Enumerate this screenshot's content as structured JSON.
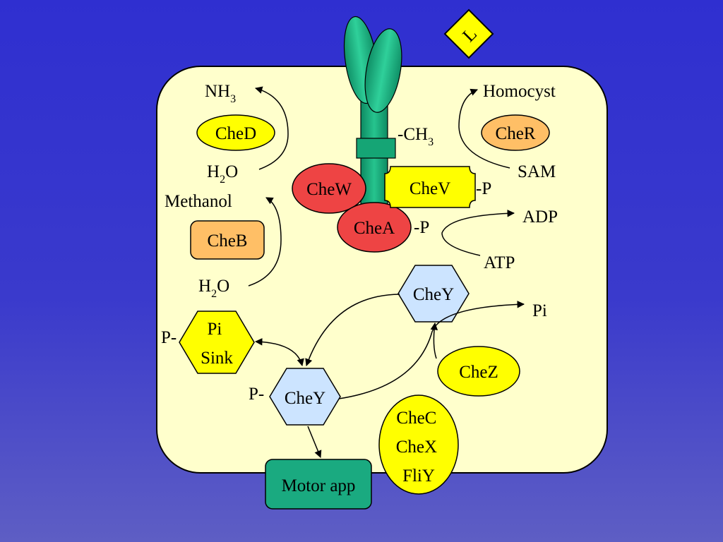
{
  "ligand": {
    "label": "L"
  },
  "receptor": {
    "methyl_label": "-CH",
    "methyl_sub": "3"
  },
  "proteins": {
    "ched": "CheD",
    "cher": "CheR",
    "cheb": "CheB",
    "chew": "CheW",
    "chev": "CheV",
    "chea": "CheA",
    "chey_top": "CheY",
    "chey_bottom": "CheY",
    "chez": "CheZ",
    "checxy": [
      "CheC",
      "CheX",
      "FliY"
    ],
    "pi_sink": [
      "Pi",
      "Sink"
    ],
    "motor": "Motor app"
  },
  "labels": {
    "nh3": "NH",
    "nh3_sub": "3",
    "h2o_top": "H",
    "h2o_top_sub": "2",
    "h2o_top_tail": "O",
    "methanol": "Methanol",
    "h2o_bottom": "H",
    "h2o_bottom_sub": "2",
    "h2o_bottom_tail": "O",
    "homocyst": "Homocyst",
    "sam": "SAM",
    "chev_p": "-P",
    "adp": "ADP",
    "chea_p": "-P",
    "atp": "ATP",
    "pi": "Pi",
    "sink_p": "P-",
    "chey_p": "P-"
  },
  "colors": {
    "cell_fill": "#ffffcc",
    "receptor": "#1aa37a",
    "yellow": "#ffff00",
    "orange": "#ffbf66",
    "red": "#ee4444",
    "light_blue": "#cce4ff",
    "motor": "#1aaa80"
  }
}
